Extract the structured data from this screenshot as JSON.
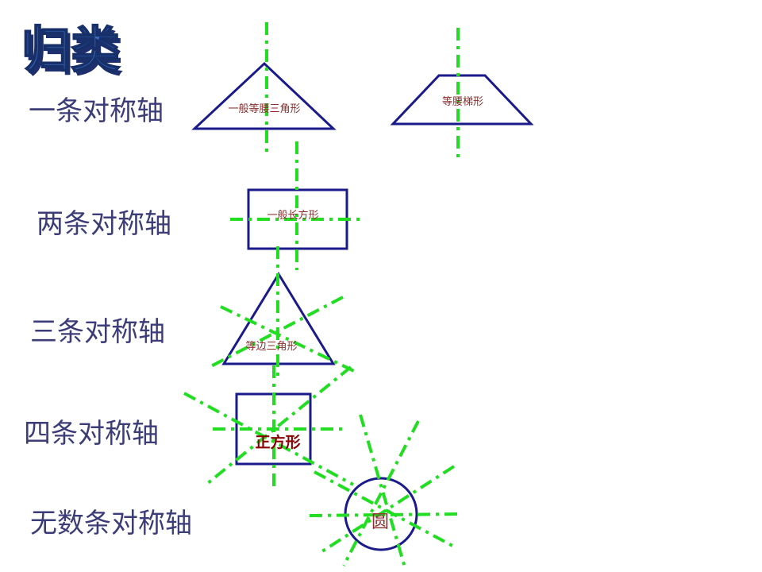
{
  "title": "归类",
  "row_labels": {
    "one_axis": "一条对称轴",
    "two_axes": "两条对称轴",
    "three_axes": "三条对称轴",
    "four_axes": "四条对称轴",
    "infinite_axes": "无数条对称轴"
  },
  "shapes": {
    "isosceles_triangle": "一般等腰三角形",
    "isosceles_trapezoid": "等腰梯形",
    "rectangle": "一般长方形",
    "equilateral_triangle": "等边三角形",
    "square": "正方形",
    "circle": "圆"
  },
  "colors": {
    "shape_stroke": "#1a1a8a",
    "axis_line": "#22dd22",
    "row_label": "#3c3c78",
    "shape_label": "#8b2e2e",
    "square_label": "#8b0000",
    "title_fill": "#2a4fa0",
    "title_shadow": "#1e2f6e"
  }
}
